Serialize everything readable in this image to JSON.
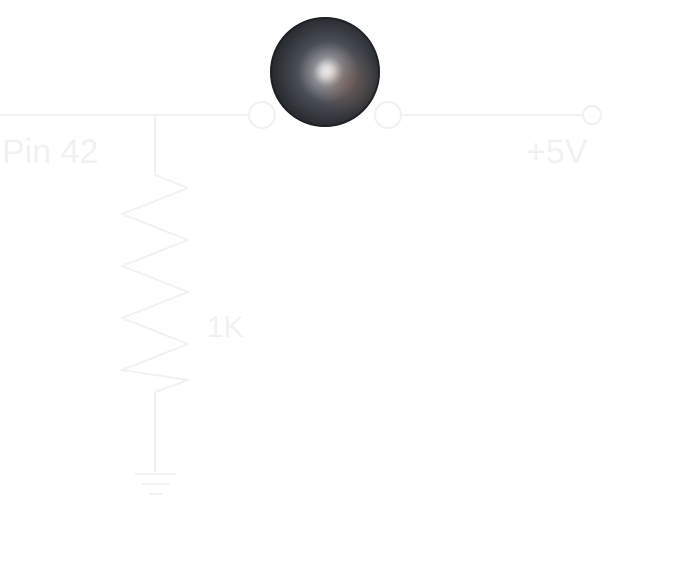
{
  "labels": {
    "pin": "Pin 42",
    "supply": "+5V",
    "resistor": "1K"
  },
  "colors": {
    "wire": "#f1f1f1",
    "ball": "#2d3136",
    "background": "#ffffff"
  },
  "icons": {
    "ball": "steel-ball-icon",
    "ground": "ground-icon",
    "resistor": "resistor-icon",
    "contact": "switch-contact-icon",
    "terminal": "terminal-icon"
  }
}
